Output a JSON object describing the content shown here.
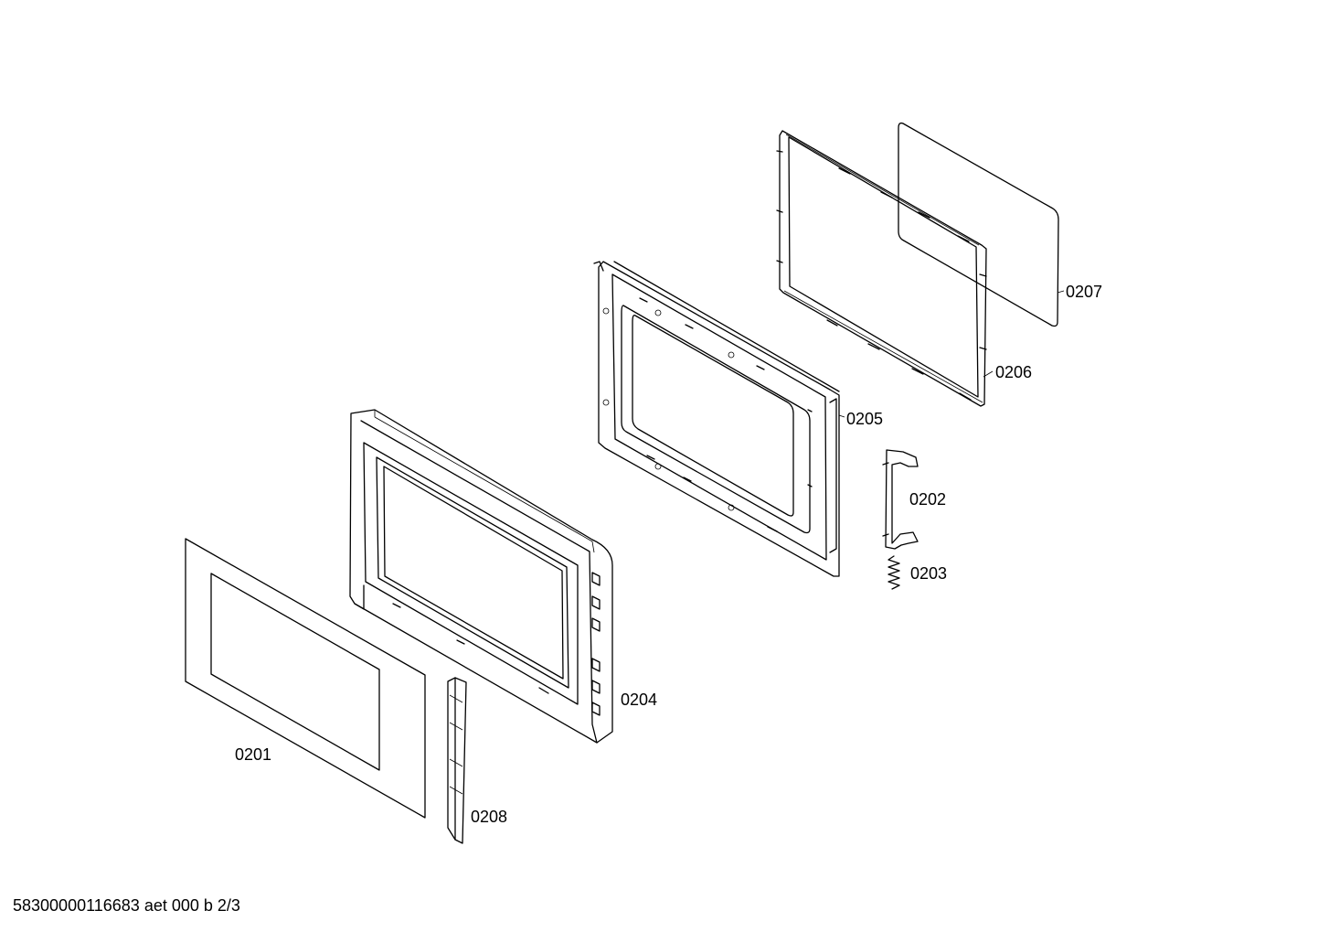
{
  "parts": [
    {
      "id": "0201",
      "label": "0201"
    },
    {
      "id": "0202",
      "label": "0202"
    },
    {
      "id": "0203",
      "label": "0203"
    },
    {
      "id": "0204",
      "label": "0204"
    },
    {
      "id": "0205",
      "label": "0205"
    },
    {
      "id": "0206",
      "label": "0206"
    },
    {
      "id": "0207",
      "label": "0207"
    },
    {
      "id": "0208",
      "label": "0208"
    }
  ],
  "footer": "58300000116683 aet 000 b 2/3"
}
